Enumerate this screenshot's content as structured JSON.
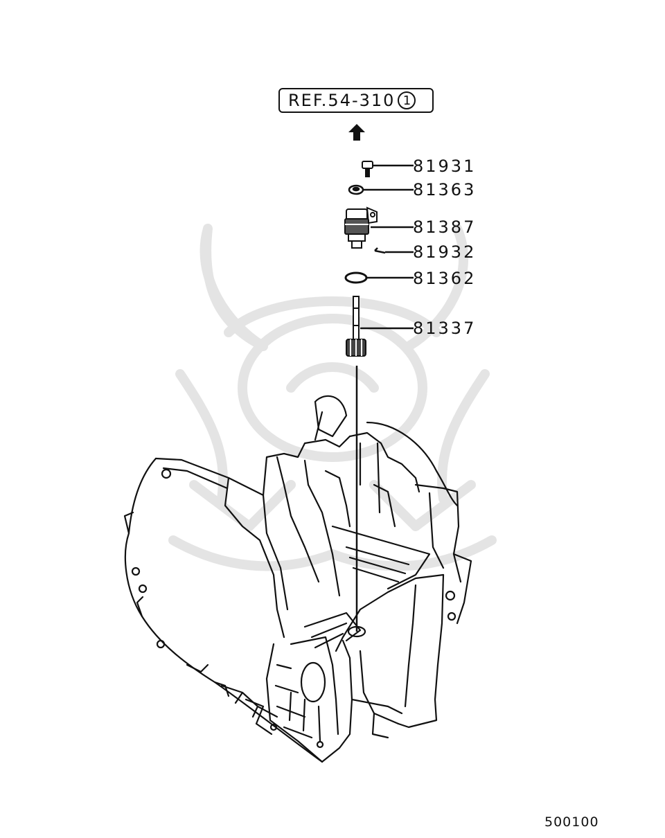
{
  "reference": {
    "text": "REF.54-310",
    "circle_number": "1"
  },
  "parts": [
    {
      "number": "81931"
    },
    {
      "number": "81363"
    },
    {
      "number": "81387"
    },
    {
      "number": "81932"
    },
    {
      "number": "81362"
    },
    {
      "number": "81337"
    }
  ],
  "diagram_code": "500100",
  "colors": {
    "line": "#111111",
    "watermark": "#e4e4e4",
    "background": "#ffffff"
  }
}
